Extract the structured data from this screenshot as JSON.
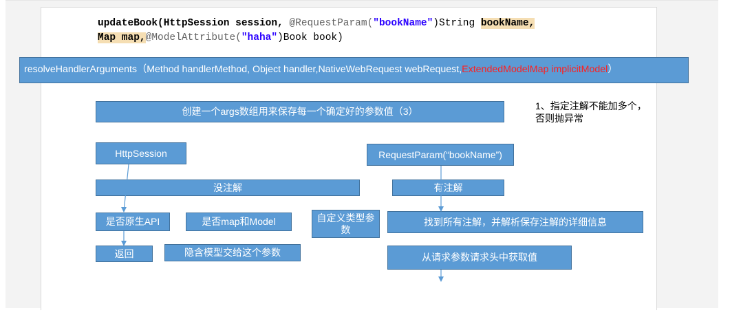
{
  "code": {
    "line1": {
      "method": "updateBook(HttpSession session, ",
      "annotation1": "@RequestParam(",
      "string1": "\"bookName\"",
      "after1": ")String ",
      "param_highlight": "bookName,"
    },
    "line2": {
      "param_highlight": "Map map,",
      "annotation2": "@ModelAttribute(",
      "string2": "\"haha\"",
      "after2": ")Book book)"
    }
  },
  "resolve": {
    "prefix": "resolveHandlerArguments（Method handlerMethod, Object handler,NativeWebRequest webRequest, ",
    "red": "ExtendedModelMap implicitModel",
    "suffix": "）"
  },
  "boxes": {
    "args_array": "创建一个args数组用来保存每一个确定好的参数值（3）",
    "http_session": "HttpSession",
    "request_param": "RequestParam(“bookName”)",
    "no_annotation": "没注解",
    "has_annotation": "有注解",
    "is_native_api": "是否原生API",
    "is_map_model": "是否map和Model",
    "custom_type": "自定义类型参数",
    "find_annotations": "找到所有注解，并解析保存注解的详细信息",
    "return": "返回",
    "implicit_model": "隐含模型交给这个参数",
    "get_value": "从请求参数请求头中获取值"
  },
  "note": {
    "line1": "1、指定注解不能加多个，",
    "line2": "否则抛异常"
  },
  "colors": {
    "box_fill": "#5b9bd5",
    "box_border": "#41719c",
    "box_text": "#ffffff",
    "highlight_text": "#ff1f1f",
    "code_string": "#2a00ff",
    "code_annotation": "#646464",
    "code_highlight_bg": "#f5deb3"
  }
}
